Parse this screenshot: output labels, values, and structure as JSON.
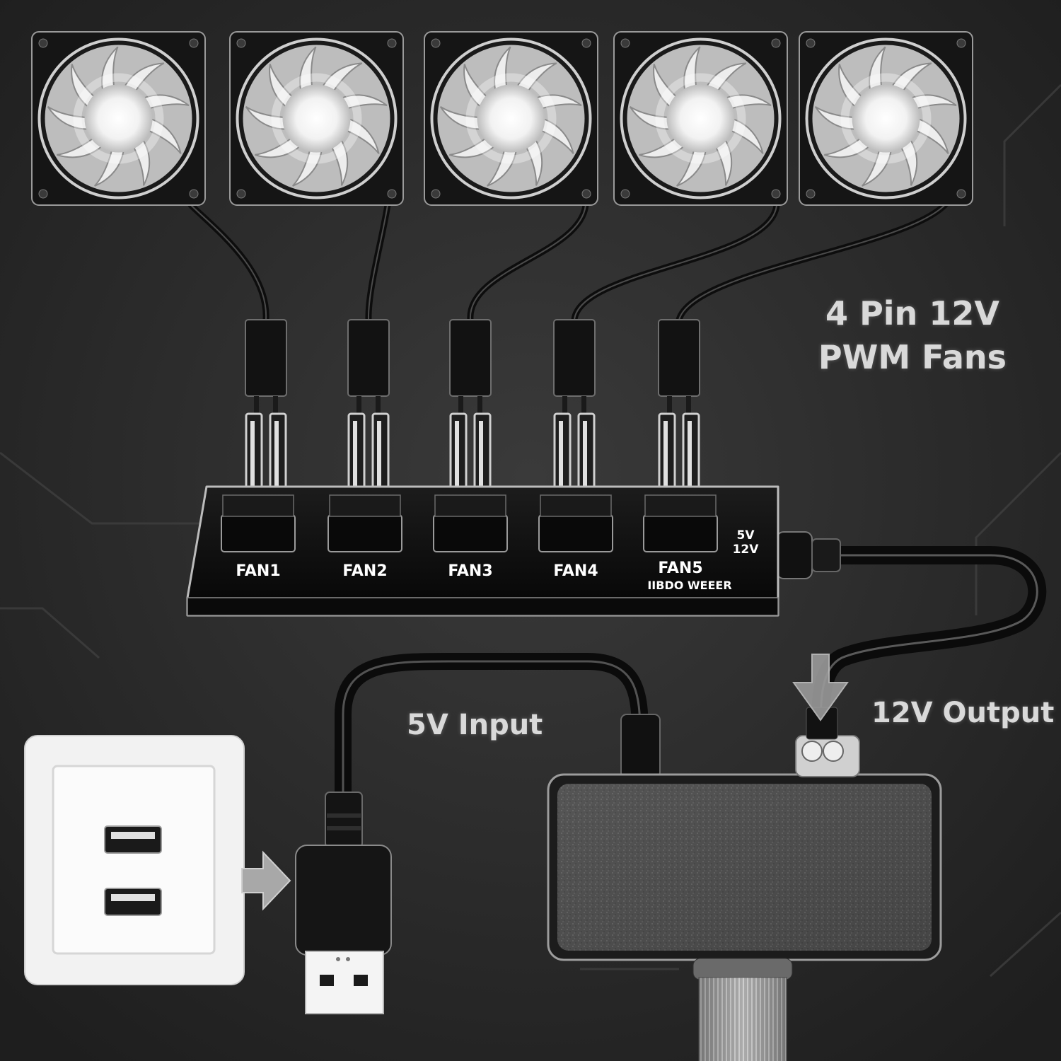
{
  "fans_title_line1": "4 Pin 12V",
  "fans_title_line2": "PWM Fans",
  "hub": {
    "ports": [
      "FAN1",
      "FAN2",
      "FAN3",
      "FAN4",
      "FAN5"
    ],
    "brand": "IIBDO WEEER",
    "voltage_top": "5V",
    "voltage_bottom": "12V"
  },
  "input_label": "5V Input",
  "output_label": "12V Output",
  "colors": {
    "background": "#2b2b2b",
    "fan_blade": "#d8d8d8",
    "fan_glow": "#ffffff",
    "hub_body": "#0f0f0f",
    "label_text": "#d9d9d9",
    "arrow": "#9a9a9a",
    "wall_plate": "#f2f2f2"
  },
  "icons": [
    "fan-icon",
    "usb-port-icon",
    "usb-plug-icon",
    "arrow-right-icon",
    "arrow-down-icon"
  ]
}
